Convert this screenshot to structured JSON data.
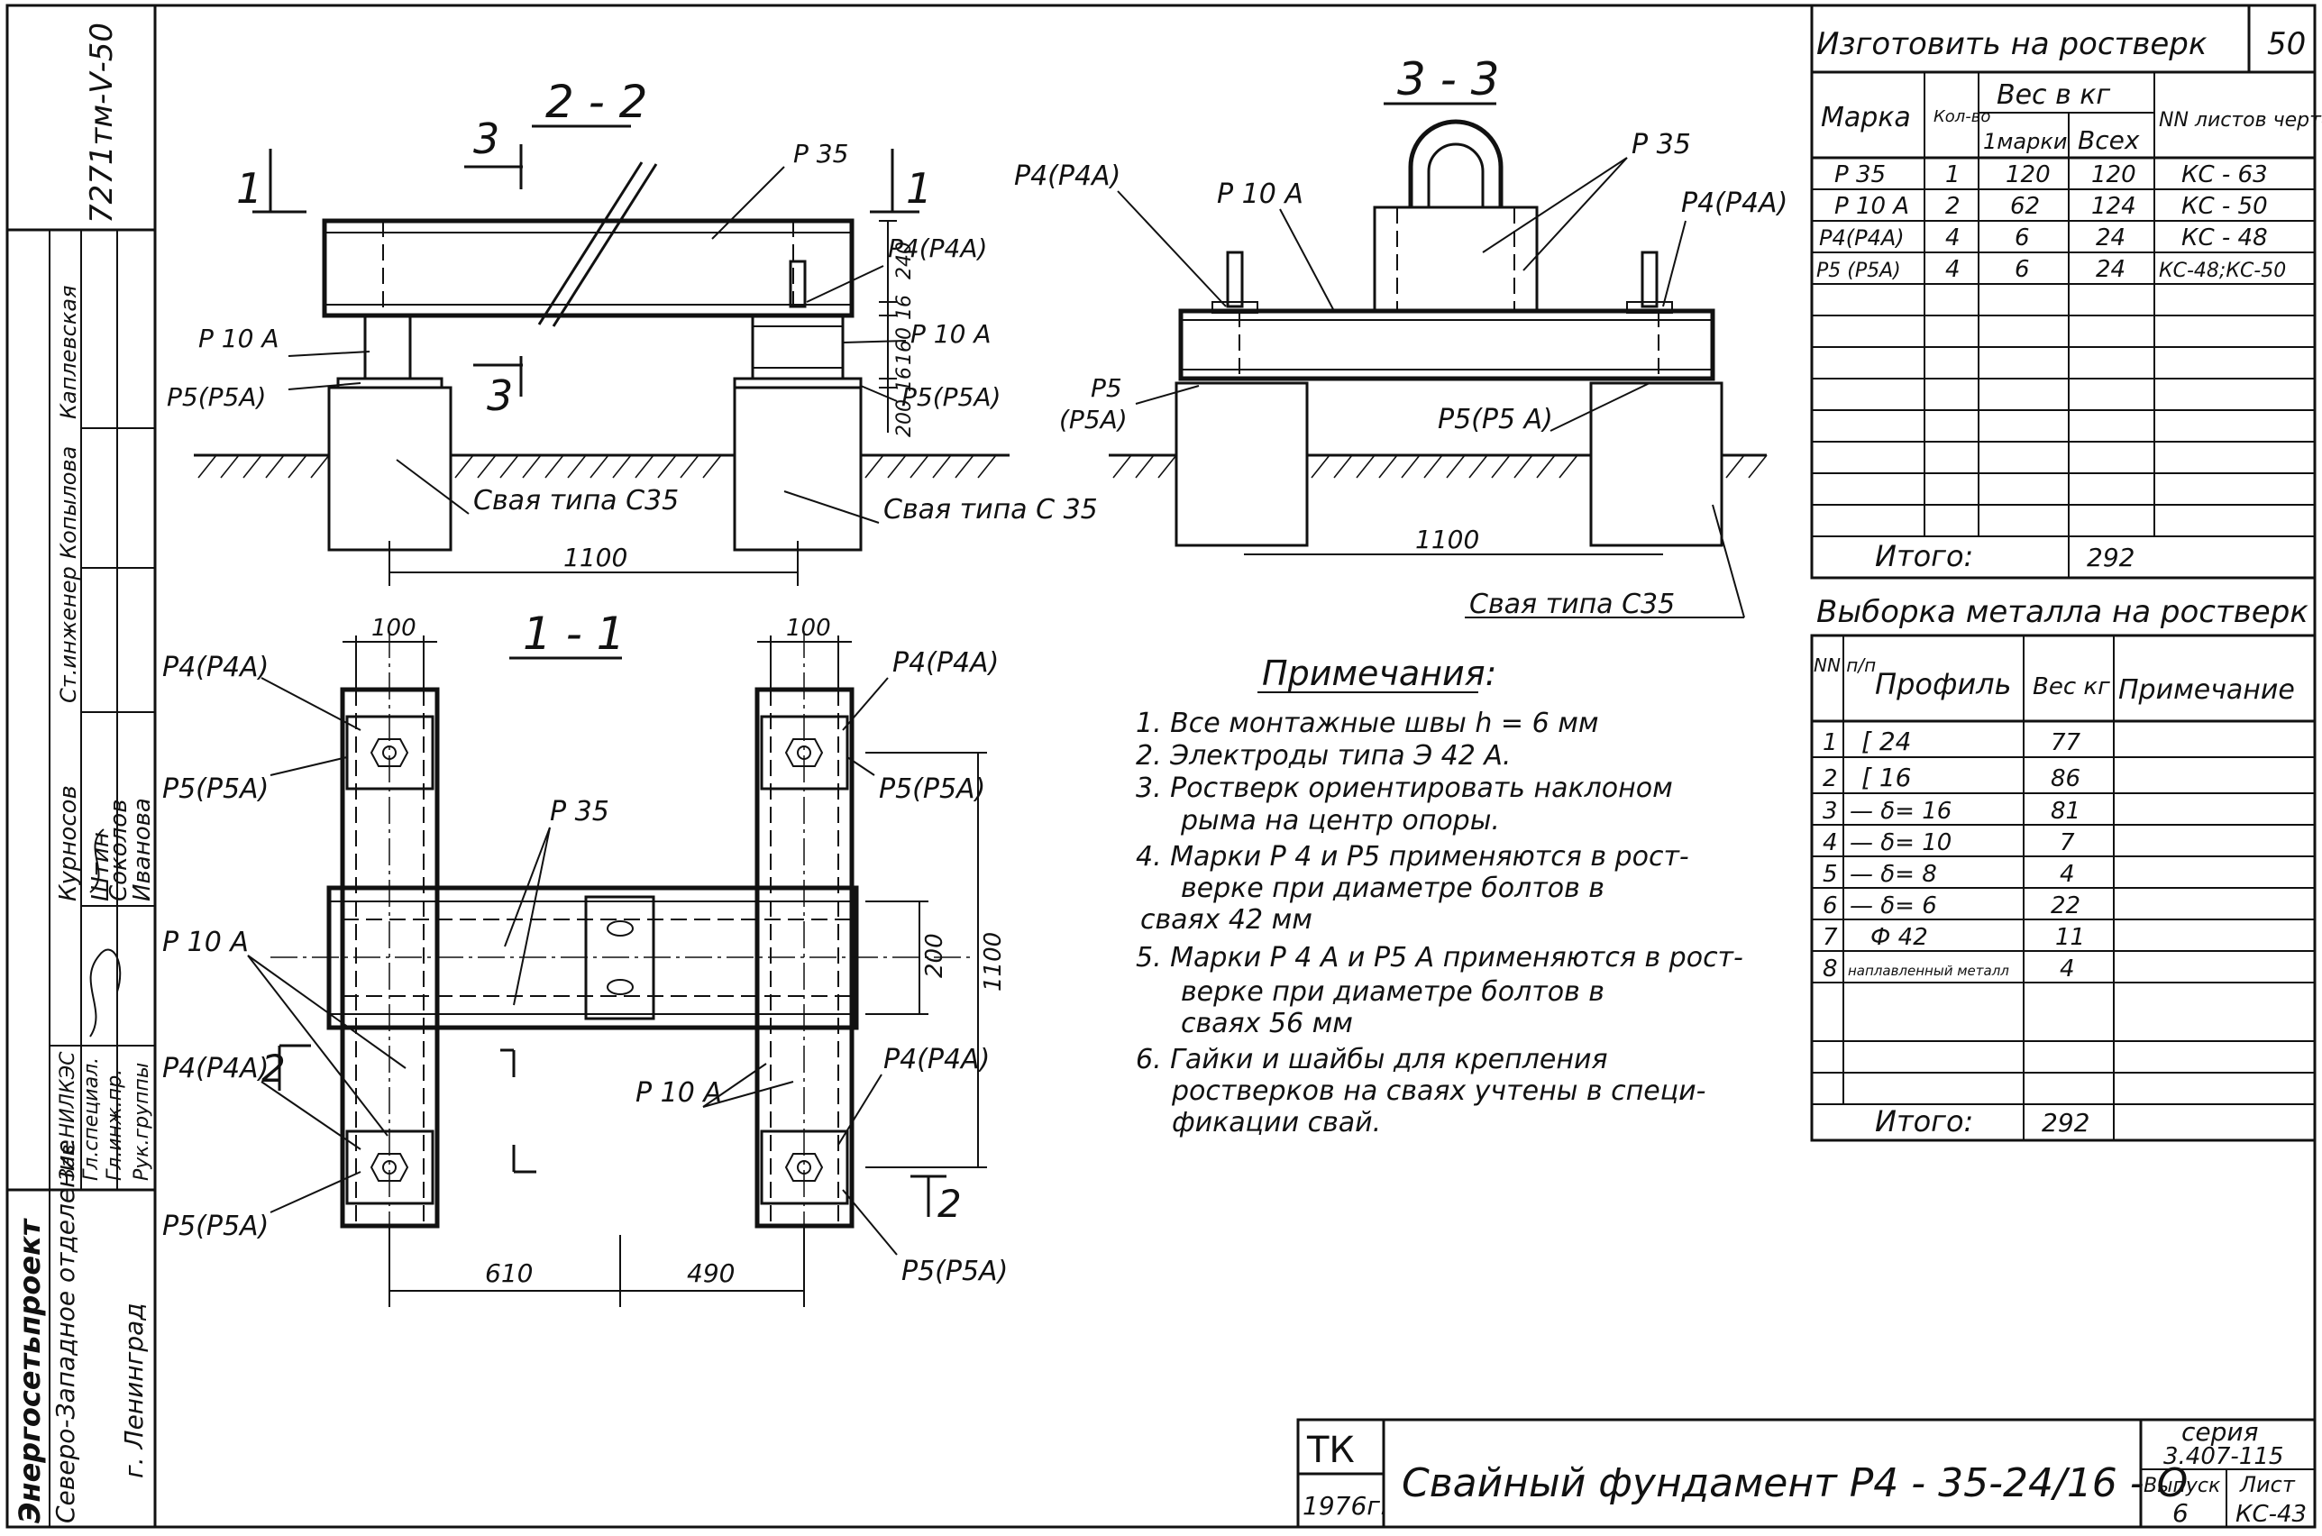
{
  "stamp": {
    "doc_code": "7271тм-Ⅴ-50",
    "org1": "Энергосетьпроект",
    "org2": "Северо-Западное отделение",
    "org3": "г. Ленинград",
    "roles": [
      "Зав.НИЛКЭС",
      "Гл.специал.",
      "Гл.инж.пр.",
      "Рук.группы"
    ],
    "names1": [
      "Курносов",
      "Штин",
      "Соколов",
      "Иванова"
    ],
    "roles_b": [
      "Ст.инженер",
      "Копылова",
      "Каплевская"
    ]
  },
  "views": {
    "v22": {
      "title": "2 - 2",
      "marks": [
        "P 35",
        "P 10 A",
        "P5(P5A)",
        "P4(P4A)",
        "P 10 A",
        "P5(P5A)",
        "P5",
        "(P5A)"
      ],
      "dims": [
        "240",
        "16",
        "160",
        "16",
        "200",
        "1100"
      ],
      "pile": [
        "Свая типа С35",
        "Свая типа С 35"
      ],
      "cut1": "1",
      "cut3": "3"
    },
    "v33": {
      "title": "3 - 3",
      "marks": [
        "P 10 A",
        "P 35",
        "P4(P4A)",
        "P4(P4A)",
        "P5(P5 A)"
      ],
      "dims": [
        "1100"
      ],
      "pile": "Свая типа С35"
    },
    "v11": {
      "title": "1 - 1",
      "marks": [
        "P4(P4A)",
        "P5(P5A)",
        "P 35",
        "P 10 A",
        "P4(P4A)",
        "P5(P5A)",
        "P4(P4A)",
        "P5(P5A)",
        "P 10 A",
        "P4(P4A)",
        "P5(P5A)"
      ],
      "dims": [
        "100",
        "100",
        "200",
        "1100",
        "610",
        "490"
      ],
      "cut2": "2"
    }
  },
  "notes": {
    "title": "Примечания:",
    "items": [
      "1. Все монтажные швы h = 6 мм",
      "2. Электроды типа  Э 42 А.",
      "3. Ростверк ориентировать наклоном",
      "рыма на  центр  опоры.",
      "4. Марки  Р 4  и Р5 применяются в рост-",
      "верке  при  диаметре  болтов  в",
      "сваях 42 мм",
      "5. Марки  Р 4 А  и Р5 А  применяются в рост-",
      "верке  при  диаметре  болтов  в",
      "сваях    56 мм",
      "6. Гайки и шайбы для  крепления",
      "ростверков на сваях учтены в специ-",
      "фикации свай."
    ]
  },
  "table1": {
    "title": "Изготовить на ростверк",
    "qty": "50",
    "headers": [
      "Марка",
      "Кол-во",
      "Вес в кг",
      "1марки",
      "Всех",
      "NN листов чертежей"
    ],
    "rows": [
      [
        "P 35",
        "1",
        "120",
        "120",
        "КС - 63"
      ],
      [
        "P 10 A",
        "2",
        "62",
        "124",
        "КС - 50"
      ],
      [
        "P4(P4A)",
        "4",
        "6",
        "24",
        "КС - 48"
      ],
      [
        "P5 (P5A)",
        "4",
        "6",
        "24",
        "КС-48;КС-50"
      ]
    ],
    "total_label": "Итого:",
    "total": "292"
  },
  "table2": {
    "title": "Выборка металла на ростверк",
    "headers": [
      "NN п/п",
      "Профиль",
      "Вес кг",
      "Примечание"
    ],
    "rows": [
      [
        "1",
        "[ 24",
        "77"
      ],
      [
        "2",
        "[ 16",
        "86"
      ],
      [
        "3",
        "— δ= 16",
        "81"
      ],
      [
        "4",
        "— δ= 10",
        "7"
      ],
      [
        "5",
        "— δ= 8",
        "4"
      ],
      [
        "6",
        "— δ= 6",
        "22"
      ],
      [
        "7",
        "Ф 42",
        "11"
      ],
      [
        "8",
        "наплавленный металл",
        "4"
      ]
    ],
    "total_label": "Итого:",
    "total": "292"
  },
  "titleblock": {
    "tk": "ТК",
    "year": "1976г.",
    "title": "Свайный фундамент Р4 - 35-24/16 - О",
    "series_label": "серия",
    "series": "3.407-115",
    "issue_label": "Выпуск",
    "issue": "6",
    "sheet_label": "Лист",
    "sheet": "КС-43"
  }
}
